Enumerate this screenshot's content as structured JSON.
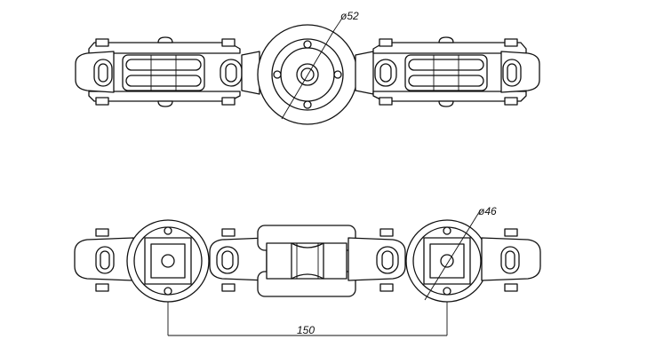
{
  "drawing": {
    "background": "#ffffff",
    "line_color": "#111111",
    "top_view": {
      "diameter_label": "ø52"
    },
    "bottom_view": {
      "diameter_label": "ø46",
      "spacing_label": "150"
    }
  }
}
